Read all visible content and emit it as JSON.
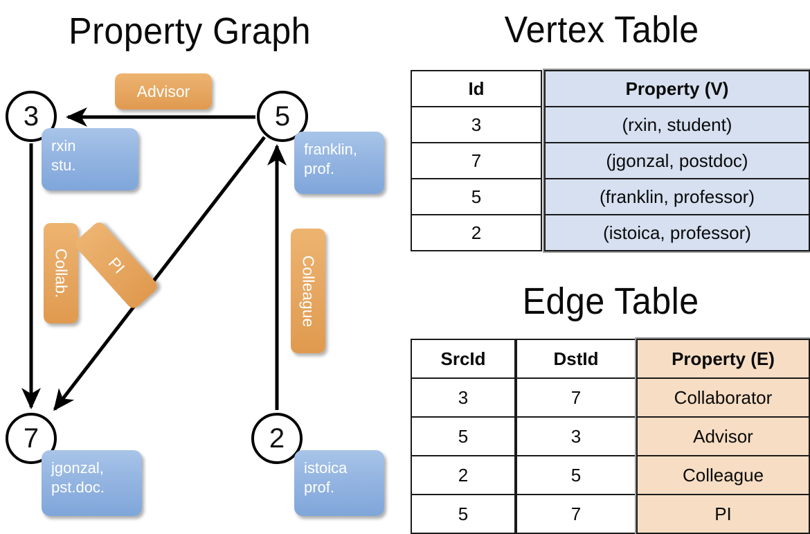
{
  "titles": {
    "property_graph": "Property Graph",
    "vertex_table": "Vertex Table",
    "edge_table": "Edge Table"
  },
  "graph": {
    "nodes": [
      {
        "id": "3",
        "label": "3",
        "property_line1": "rxin",
        "property_line2": "stu."
      },
      {
        "id": "5",
        "label": "5",
        "property_line1": "franklin,",
        "property_line2": "prof."
      },
      {
        "id": "7",
        "label": "7",
        "property_line1": "jgonzal,",
        "property_line2": "pst.doc."
      },
      {
        "id": "2",
        "label": "2",
        "property_line1": "istoica",
        "property_line2": "prof."
      }
    ],
    "edge_labels": [
      {
        "name": "advisor",
        "text": "Advisor",
        "orientation": "horizontal"
      },
      {
        "name": "collab",
        "text": "Collab.",
        "orientation": "vertical"
      },
      {
        "name": "pi",
        "text": "PI",
        "orientation": "rotated"
      },
      {
        "name": "colleague",
        "text": "Colleague",
        "orientation": "vertical"
      }
    ],
    "edges": [
      {
        "src": "5",
        "dst": "3",
        "label": "Advisor"
      },
      {
        "src": "3",
        "dst": "7",
        "label": "Collab."
      },
      {
        "src": "5",
        "dst": "7",
        "label": "PI"
      },
      {
        "src": "2",
        "dst": "5",
        "label": "Colleague"
      }
    ]
  },
  "vertex_table": {
    "columns": [
      "Id",
      "Property (V)"
    ],
    "rows": [
      {
        "id": "3",
        "property": "(rxin, student)"
      },
      {
        "id": "7",
        "property": "(jgonzal, postdoc)"
      },
      {
        "id": "5",
        "property": "(franklin, professor)"
      },
      {
        "id": "2",
        "property": "(istoica, professor)"
      }
    ]
  },
  "edge_table": {
    "columns": [
      "SrcId",
      "DstId",
      "Property (E)"
    ],
    "rows": [
      {
        "src": "3",
        "dst": "7",
        "property": "Collaborator"
      },
      {
        "src": "5",
        "dst": "3",
        "property": "Advisor"
      },
      {
        "src": "2",
        "dst": "5",
        "property": "Colleague"
      },
      {
        "src": "5",
        "dst": "7",
        "property": "PI"
      }
    ]
  },
  "colors": {
    "vertex_property_fill": "#d6e0f0",
    "edge_property_fill": "#f6ddc3",
    "node_box_blue": "#8fb0de",
    "edge_label_orange": "#e7a863",
    "stroke": "#000000",
    "background": "#ffffff"
  }
}
